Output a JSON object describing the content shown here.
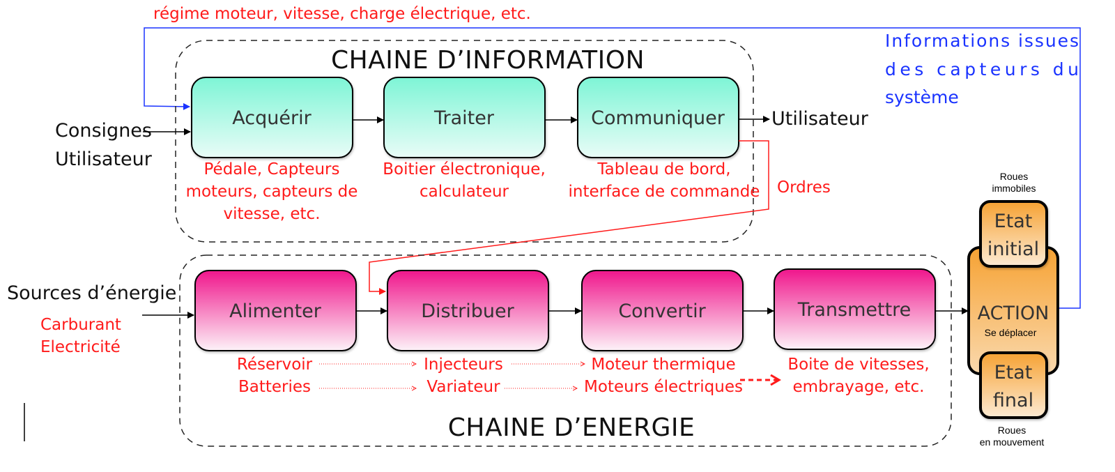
{
  "top_note": "régime moteur, vitesse, charge électrique, etc.",
  "sensor_info": [
    "Informations issues",
    "des capteurs du",
    "système"
  ],
  "info_chain": {
    "title": "CHAINE D’INFORMATION",
    "blocks": [
      "Acquérir",
      "Traiter",
      "Communiquer"
    ],
    "examples": [
      [
        "Pédale, Capteurs",
        "moteurs, capteurs de",
        "vitesse, etc."
      ],
      [
        "Boitier électronique,",
        "calculateur"
      ],
      [
        "Tableau de bord,",
        "interface de commande"
      ]
    ]
  },
  "user_input": [
    "Consignes",
    "Utilisateur"
  ],
  "user_output": "Utilisateur",
  "orders": "Ordres",
  "energy_chain": {
    "title": "CHAINE D’ENERGIE",
    "blocks": [
      "Alimenter",
      "Distribuer",
      "Convertir",
      "Transmettre"
    ],
    "row1": [
      "Réservoir",
      "Injecteurs",
      "Moteur thermique"
    ],
    "row2": [
      "Batteries",
      "Variateur",
      "Moteurs électriques"
    ],
    "transmit_examples": [
      "Boite de vitesses,",
      "embrayage, etc."
    ]
  },
  "energy_sources": {
    "label": "Sources d’énergie",
    "items": [
      "Carburant",
      "Electricité"
    ]
  },
  "action": {
    "label": "ACTION",
    "sublabel": "Se déplacer",
    "initial_state": [
      "Etat",
      "initial"
    ],
    "final_state": [
      "Etat",
      "final"
    ],
    "initial_caption": [
      "Roues",
      "immobiles"
    ],
    "final_caption": [
      "Roues",
      "en mouvement"
    ]
  },
  "colors": {
    "info_block_top": "#7ef5d6",
    "info_block_bottom": "#e6fbf6",
    "energy_block_top": "#f0168c",
    "energy_block_bottom": "#fdf0f7",
    "action_orange": "#f6a233",
    "annotation_red": "#ff1a1a",
    "feedback_blue": "#1a33ff"
  }
}
